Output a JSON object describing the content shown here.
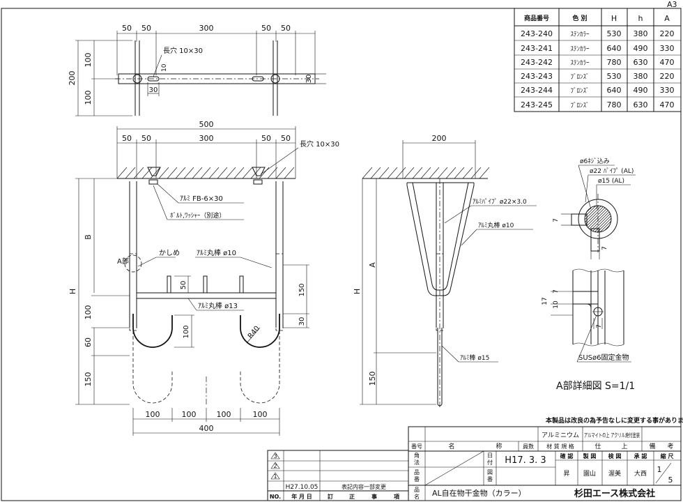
{
  "sheet_size": "A3",
  "spec_table": {
    "headers": [
      "商品番号",
      "色 別",
      "H",
      "h",
      "A"
    ],
    "rows": [
      [
        "243-240",
        "ｽﾃﾝｶﾗｰ",
        "530",
        "380",
        "220"
      ],
      [
        "243-241",
        "ｽﾃﾝｶﾗｰ",
        "640",
        "490",
        "330"
      ],
      [
        "243-242",
        "ｽﾃﾝｶﾗｰ",
        "780",
        "630",
        "470"
      ],
      [
        "243-243",
        "ﾌﾞﾛﾝｽﾞ",
        "530",
        "380",
        "220"
      ],
      [
        "243-244",
        "ﾌﾞﾛﾝｽﾞ",
        "640",
        "490",
        "330"
      ],
      [
        "243-245",
        "ﾌﾞﾛﾝｽﾞ",
        "780",
        "630",
        "470"
      ]
    ]
  },
  "top_view": {
    "dims": [
      "50",
      "50",
      "300",
      "50",
      "50"
    ],
    "height_total": "200",
    "height_parts": [
      "100",
      "100"
    ],
    "slot_label": "長穴 10×30",
    "slot_dim_h": "10",
    "slot_dim_w": "30",
    "right_dim": "30"
  },
  "front_view": {
    "overall": "500",
    "dims": [
      "50",
      "50",
      "300",
      "50",
      "50"
    ],
    "slot_label": "長穴 10×30",
    "flatbar_label": "ｱﾙﾐ FB-6×30",
    "bolt_label": "ﾎﾞﾙﾄ,ﾜｯｼｬｰ（別途）",
    "kashime_label": "かしめ",
    "rod10_label": "ｱﾙﾐ丸棒 ø10",
    "rod13_label": "ｱﾙﾐ丸棒 ø13",
    "detail_label": "A部",
    "dim_b": "B",
    "dim_h": "H",
    "dim_100": "100",
    "dim_60": "60",
    "dim_150": "150",
    "dim_50": "50",
    "dim_150_right": "150",
    "dim_30": "30",
    "dim_100_hook": "100",
    "radius": "R40",
    "bottom_dims": [
      "100",
      "100",
      "100",
      "100"
    ],
    "bottom_total": "400"
  },
  "side_view": {
    "top_dim": "200",
    "pipe_label": "ｱﾙﾐﾊﾟｲﾌﾟ ø22×3.0",
    "rod10_label": "ｱﾙﾐ丸棒 ø10",
    "rod15_label": "ｱﾙﾐ棒 ø15",
    "dim_a": "A",
    "dim_h": "H",
    "dim_150": "150"
  },
  "detail": {
    "screw_label": "ø6ﾈｼﾞ込み",
    "pipe_label": "ø22 ﾊﾟｲﾌﾟ (AL)",
    "rod_label": "ø15 (AL)",
    "dim_7a": "7",
    "dim_7b": "7",
    "dim_17": "17",
    "dim_10": "10",
    "dim_7c": "7",
    "dim_7d": "7",
    "fix_label": "SUSø6固定金物",
    "caption": "A部詳細図  S=1/1"
  },
  "notice": "本製品は改良の為予告なしに変更する事があります。",
  "title_block": {
    "col_no": "番号",
    "col_name": "名",
    "col_name2": "称",
    "col_qty": "員数",
    "col_mat": "材 質 規 格",
    "col_finish": "仕",
    "col_finish2": "上",
    "col_remark": "備",
    "col_remark2": "考",
    "material": "アルミニウム",
    "finish": "アルマイトの上 アクリル焼付塗装",
    "label_kaku": "角",
    "label_kaku2": "法",
    "label_date": "日",
    "label_date2": "付",
    "date": "H17. 3. 3",
    "label_hin": "品",
    "label_hin2": "番",
    "label_zu": "図",
    "label_zu2": "番",
    "label_hinmei": "品",
    "label_hinmei2": "名",
    "product_name": "AL自在物干金物（カラー）",
    "approvals": [
      "確 認",
      "製 図",
      "検 図",
      "承 認"
    ],
    "approval_names": [
      "昇",
      "園山",
      "渥美",
      "大西"
    ],
    "scale_label": "縮 尺",
    "scale_num": "1",
    "scale_den": "5",
    "company": "杉田エース株式会社"
  },
  "revisions": {
    "symbols": [
      "3",
      "2",
      "1"
    ],
    "date": "H27.10.05",
    "note": "表記内容一部変更",
    "headers": [
      "NO.",
      "年 月 日",
      "訂",
      "正",
      "事",
      "項"
    ]
  }
}
